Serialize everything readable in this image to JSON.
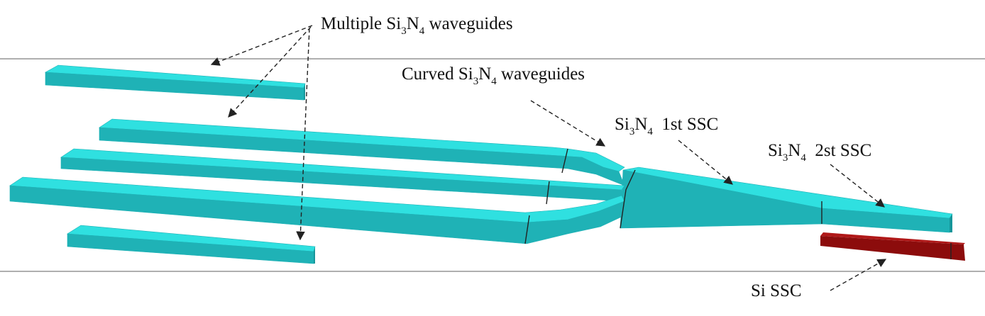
{
  "labels": {
    "multiple": {
      "pre": "Multiple Si",
      "sub1": "3",
      "mid": "N",
      "sub2": "4",
      "post": " waveguides"
    },
    "curved": {
      "pre": "Curved Si",
      "sub1": "3",
      "mid": "N",
      "sub2": "4",
      "post": " waveguides"
    },
    "ssc1": {
      "pre": "Si",
      "sub1": "3",
      "mid": "N",
      "sub2": "4",
      "post": "  1st SSC"
    },
    "ssc2": {
      "pre": "Si",
      "sub1": "3",
      "mid": "N",
      "sub2": "4",
      "post": "  2st SSC"
    },
    "si_ssc": {
      "text": "Si SSC"
    }
  },
  "colors": {
    "waveguide_top": "#2fe0e0",
    "waveguide_side": "#1fb2b6",
    "waveguide_end": "#16969a",
    "si_top": "#b01818",
    "si_side": "#8c0c0c",
    "guide_line": "#7f7f7f",
    "text": "#111111"
  }
}
